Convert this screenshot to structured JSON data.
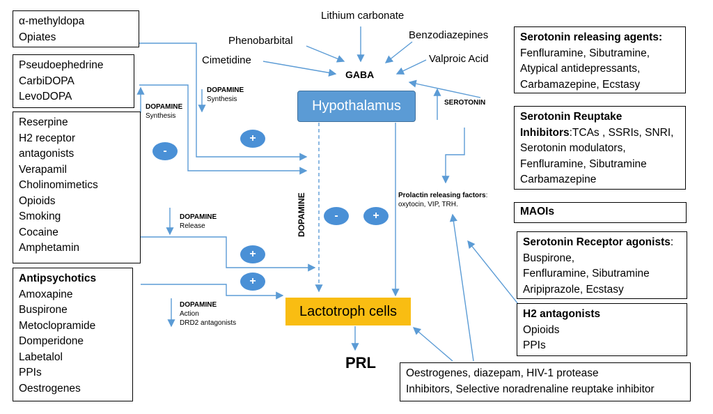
{
  "top_drugs": {
    "lithium": "Lithium carbonate",
    "phenobarbital": "Phenobarbital",
    "benzodiazepines": "Benzodiazepines",
    "cimetidine": "Cimetidine",
    "valproic": "Valproic Acid",
    "gaba": "GABA"
  },
  "nodes": {
    "hypothalamus": "Hypothalamus",
    "lactotroph": "Lactotroph cells",
    "prl": "PRL",
    "dopamine_vertical": "DOPAMINE",
    "serotonin": "SEROTONIN"
  },
  "signs": {
    "plus": "+",
    "minus": "-"
  },
  "left_boxes": {
    "box1": [
      "α-methyldopa",
      "Opiates"
    ],
    "box2": [
      "Pseudoephedrine",
      "CarbiDOPA",
      "LevoDOPA"
    ],
    "box3": [
      "Reserpine",
      "H2 receptor",
      "antagonists",
      "Verapamil",
      "Cholinomimetics",
      "Opioids",
      "Smoking",
      "Cocaine",
      "Amphetamin"
    ],
    "box4_title": "Antipsychotics",
    "box4": [
      "Amoxapine",
      "Buspirone",
      "Metoclopramide",
      "Domperidone",
      "Labetalol",
      "PPIs",
      "Oestrogenes"
    ]
  },
  "dopamine_notes": {
    "synth_a_title": "DOPAMINE",
    "synth_a_text": "Synthesis",
    "synth_b_title": "DOPAMINE",
    "synth_b_text": "Synthesis",
    "release_title": "DOPAMINE",
    "release_text": "Release",
    "action_title": "DOPAMINE",
    "action_text": "Action",
    "action_text2": "DRD2 antagonists"
  },
  "prolactin_factors": {
    "title": "Prolactin releasing factors",
    "text": "oxytocin, VIP, TRH."
  },
  "right_boxes": {
    "releasing_title": "Serotonin releasing agents:",
    "releasing": [
      "Fenfluramine, Sibutramine,",
      "Atypical antidepressants,",
      "Carbamazepine, Ecstasy"
    ],
    "reuptake_title": "Serotonin Reuptake",
    "reuptake_title2": "Inhibitors",
    "reuptake_first": ":TCAs , SSRIs, SNRI,",
    "reuptake": [
      "Serotonin modulators,",
      "Fenfluramine, Sibutramine",
      "Carbamazepine"
    ],
    "maoi": "MAOIs",
    "agonists_title": "Serotonin Receptor agonists",
    "agonists": [
      "Buspirone,",
      "Fenfluramine, Sibutramine",
      "Aripiprazole, Ecstasy"
    ],
    "h2_title": "H2 antagonists",
    "h2": [
      "Opioids",
      "PPIs"
    ]
  },
  "bottom_box": [
    "Oestrogenes, diazepam, HIV-1 protease",
    "Inhibitors, Selective noradrenaline reuptake inhibitor"
  ],
  "colors": {
    "arrow": "#5b9bd5",
    "hypothalamus": "#5b9bd5",
    "lactotroph": "#f9bd12",
    "circle": "#4a90d6"
  }
}
